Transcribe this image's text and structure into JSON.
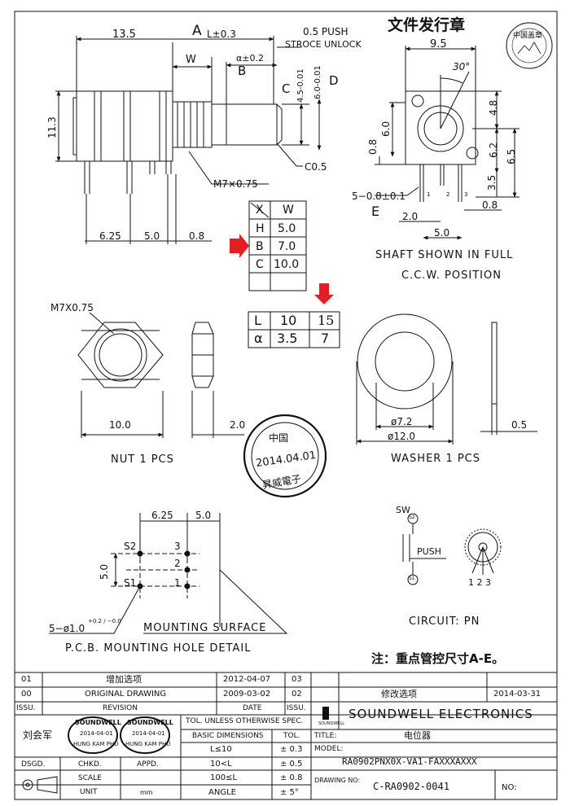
{
  "header_stamp": {
    "title": "文件发行章",
    "seal_text": "中国盖章"
  },
  "side_view": {
    "dim_13_5": "13.5",
    "dim_A": "A",
    "dim_L": "L±0.3",
    "dim_W": "W",
    "dim_alpha": "α±0.2",
    "dim_B": "B",
    "dim_C": "C",
    "dim_C_tol": "4.5-0.01",
    "dim_D": "D",
    "dim_D_tol": "6.0-0.01",
    "push_text": "0.5 PUSH",
    "stroke_text": "STROCE UNLOCK",
    "height": "11.3",
    "thread": "M7×0.75",
    "chamfer": "C0.5",
    "pin_6_25": "6.25",
    "pin_5_0": "5.0",
    "pin_0_8": "0.8"
  },
  "wh_table": {
    "headers": [
      "X",
      "W"
    ],
    "rows": [
      [
        "H",
        "5.0"
      ],
      [
        "B",
        "7.0"
      ],
      [
        "C",
        "10.0"
      ],
      [
        "",
        ""
      ]
    ]
  },
  "la_table": {
    "rows": [
      [
        "L",
        "10",
        "15"
      ],
      [
        "α",
        "3.5",
        "7"
      ]
    ]
  },
  "front_view": {
    "width": "9.5",
    "angle": "30°",
    "dim_4_8": "4.8",
    "dim_6_2": "6.2",
    "dim_6_5": "6.5",
    "dim_3_5": "3.5",
    "dim_0_8r": "0.8",
    "dim_6_0": "6.0",
    "dim_0_8l": "0.8",
    "pins": "5−0.8±0.1",
    "label_E": "E",
    "dim_2_0": "2.0",
    "dim_5_0": "5.0",
    "pin_1": "1",
    "pin_2": "2",
    "pin_3": "3"
  },
  "shaft_note": {
    "line1": "SHAFT SHOWN IN FULL",
    "line2": "C.C.W. POSITION"
  },
  "nut": {
    "thread": "M7X0.75",
    "width": "10.0",
    "thickness": "2.0",
    "caption": "NUT 1 PCS"
  },
  "washer": {
    "inner": "ø7.2",
    "outer": "ø12.0",
    "thickness": "0.5",
    "caption": "WASHER 1 PCS"
  },
  "date_stamp": {
    "top": "中国",
    "date": "2014.04.01",
    "name": "昇威電子"
  },
  "pcb": {
    "dim_6_25": "6.25",
    "dim_5_0_top": "5.0",
    "dim_5_0_side": "5.0",
    "s2": "S2",
    "s1": "S1",
    "n3": "3",
    "n2": "2",
    "n1": "1",
    "holes": "5−ø1.0",
    "holes_tol": "+0.2 / −0.0",
    "mounting": "MOUNTING SURFACE",
    "caption": "P.C.B. MOUNTING HOLE DETAIL"
  },
  "circuit": {
    "sw": "SW",
    "s2": "S2",
    "s1": "S1",
    "push": "PUSH",
    "pins": "1 2 3",
    "caption": "CIRCUIT: PN"
  },
  "note": "注：重点管控尺寸A-E。",
  "title_block": {
    "rev_rows": [
      {
        "no": "01",
        "desc": "增加选项",
        "date": "2012-04-07"
      },
      {
        "no": "00",
        "desc": "ORIGINAL DRAWING",
        "date": "2009-03-02"
      }
    ],
    "rev_header": {
      "issu": "ISSU.",
      "revision": "REVISION",
      "date": "DATE"
    },
    "right_rows": [
      {
        "no": "03",
        "desc": "",
        "date": ""
      },
      {
        "no": "02",
        "desc": "修改选项",
        "date": "2014-03-31"
      }
    ],
    "right_issu": "ISSU.",
    "company": "SOUNDWELL ELECTRONICS",
    "logo_text": "SOUNDWELL",
    "drawn_by": "刘会军",
    "stamp1": {
      "brand": "SOUNDWELL",
      "date": "2014-04-01",
      "name": "HUNG KAM PHU"
    },
    "stamp2": {
      "brand": "SOUNDWELL",
      "date": "2014-04-01",
      "name": "HUNG KAM PHU"
    },
    "labels": {
      "dsgd": "DSGD.",
      "chkd": "CHKD.",
      "appd": "APPD.",
      "scale": "SCALE",
      "unit": "UNIT",
      "unit_val": "mm"
    },
    "tol_header": "TOL. UNLESS OTHERWISE SPEC.",
    "basic_dims": "BASIC DIMENSIONS",
    "tol": "TOL.",
    "tol_rows": [
      {
        "range": "L≤10",
        "tol": "± 0.3"
      },
      {
        "range": "10<L",
        "tol": "± 0.5"
      },
      {
        "range": "100≤L",
        "tol": "± 0.8"
      },
      {
        "range": "ANGLE",
        "tol": "± 5°"
      }
    ],
    "title_label": "TITLE:",
    "title_value": "电位器",
    "model_label": "MODEL:",
    "model_value": "RA0902PNX0X-VA1-FAXXXAXXX",
    "drawing_label": "DRAWING NO:",
    "drawing_value": "C-RA0902-0041",
    "no_label": "NO:"
  }
}
